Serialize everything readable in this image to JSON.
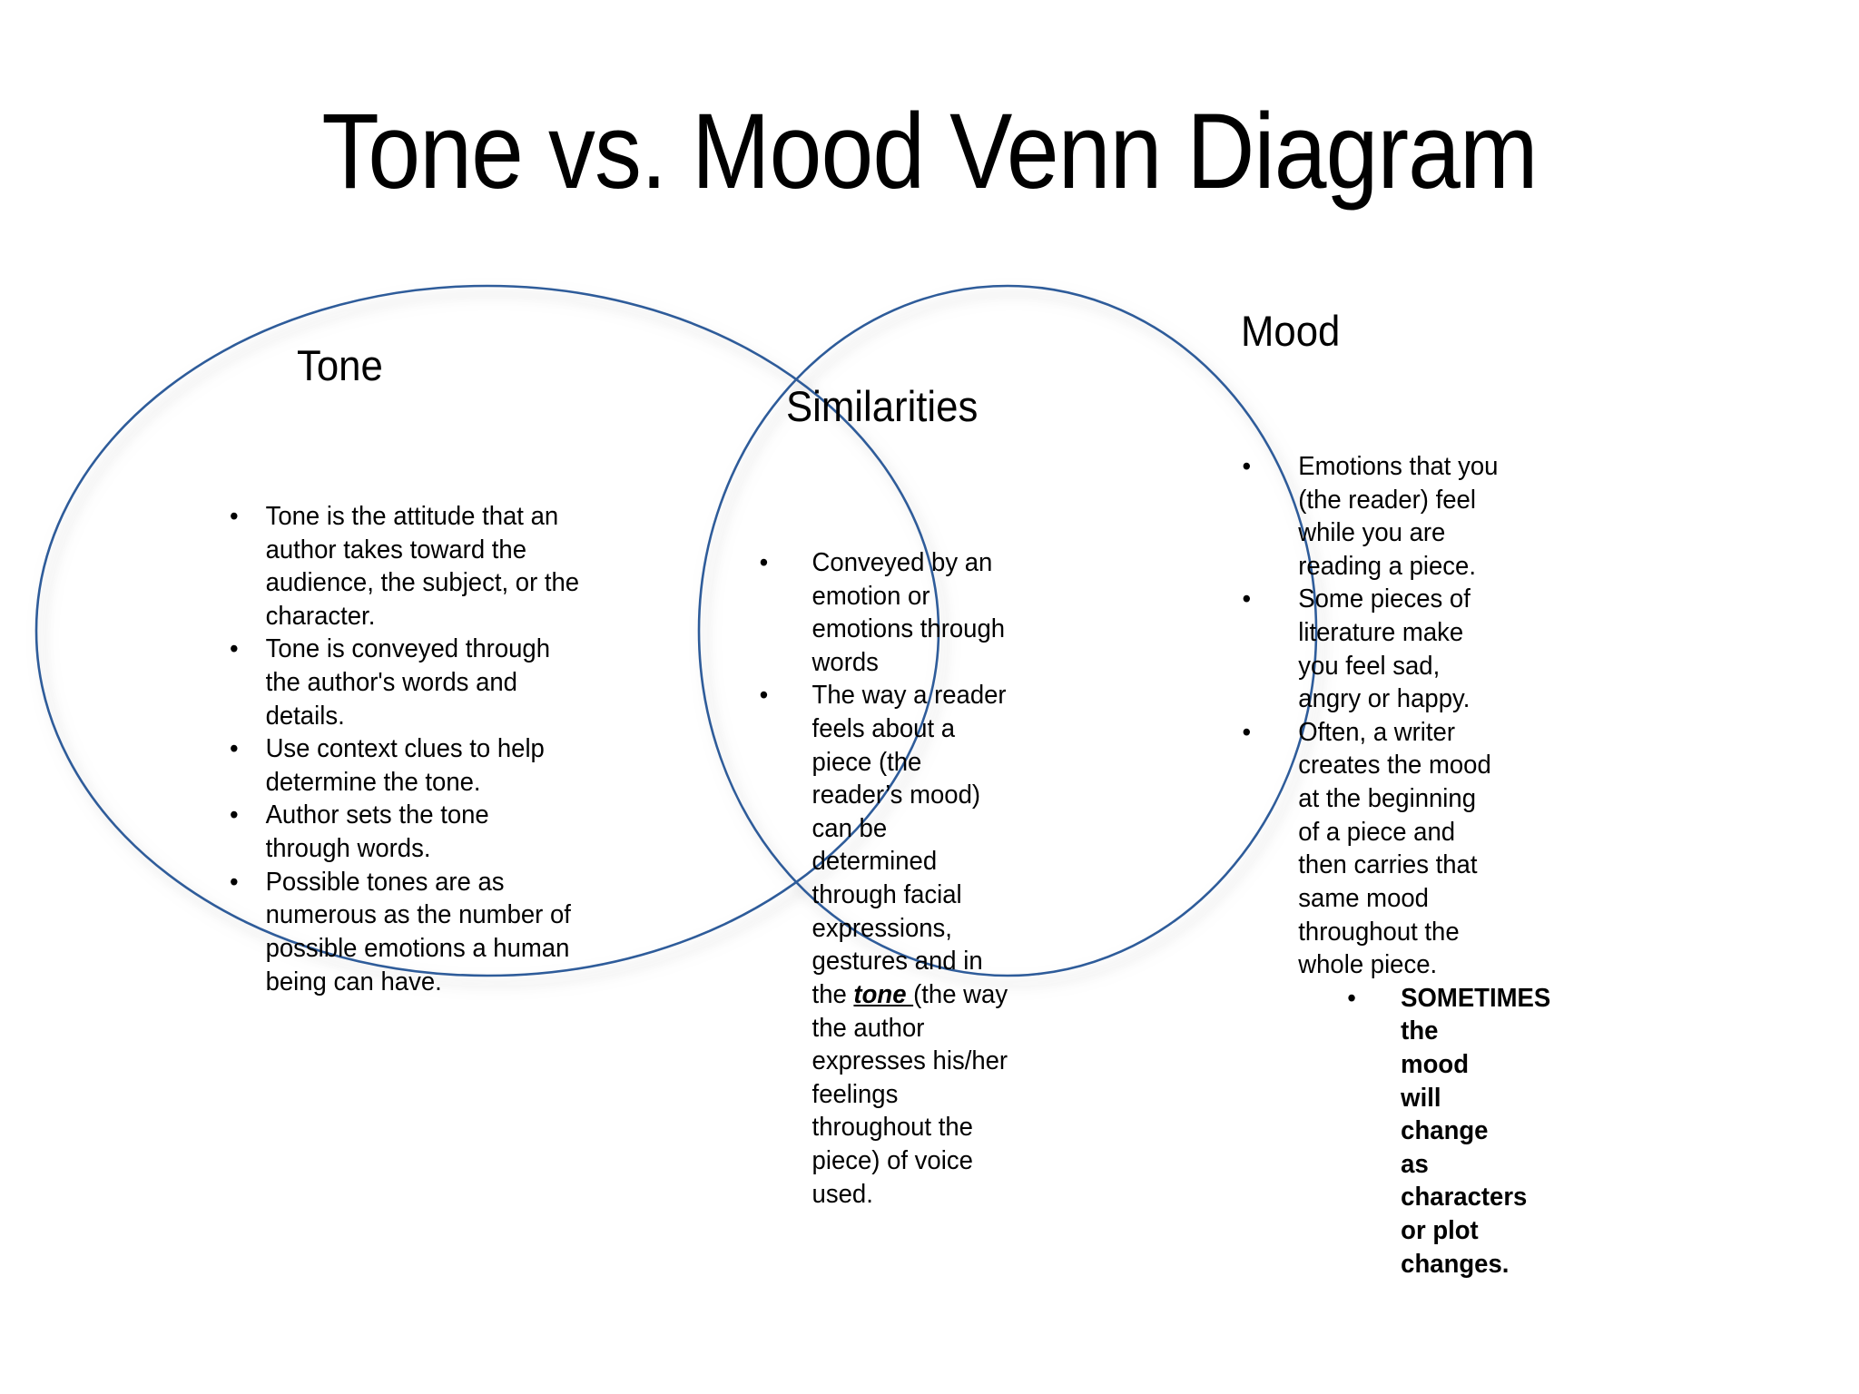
{
  "slide": {
    "title": "Tone vs. Mood Venn Diagram",
    "background_color": "#FFFFFF"
  },
  "diagram": {
    "type": "venn",
    "circle_stroke_color": "#2E5C9A",
    "circle_fill": "none",
    "shadow_color": "#BFBFBF",
    "bullet_glyph": "•"
  },
  "left_circle": {
    "label": "Tone",
    "items": [
      "Tone is the attitude that an author takes toward the audience, the subject, or the character.",
      " Tone is conveyed through the author's words and details.",
      "Use context clues to help determine the tone.",
      "Author sets the tone through words.",
      "Possible tones are as numerous as the number of possible emotions a human being can have."
    ]
  },
  "center_overlap": {
    "label": "Similarities",
    "items": [
      {
        "before": "Conveyed by an emotion or emotions through words",
        "emphasis": "",
        "after": ""
      },
      {
        "before": "The way a reader feels about a piece (the reader’s mood) can be determined through facial expressions, gestures and in the ",
        "emphasis": "tone ",
        "after": "(the way the author expresses his/her feelings throughout the piece) of voice used."
      }
    ]
  },
  "right_circle": {
    "label": "Mood",
    "items": [
      "Emotions that you (the reader) feel while you are reading a piece.",
      "Some pieces of literature make you feel sad, angry or happy.",
      "Often, a writer creates the mood at the beginning of a piece and then carries that same mood throughout the whole piece."
    ],
    "sub_items": [
      "SOMETIMES the mood will change as characters or plot changes."
    ]
  }
}
